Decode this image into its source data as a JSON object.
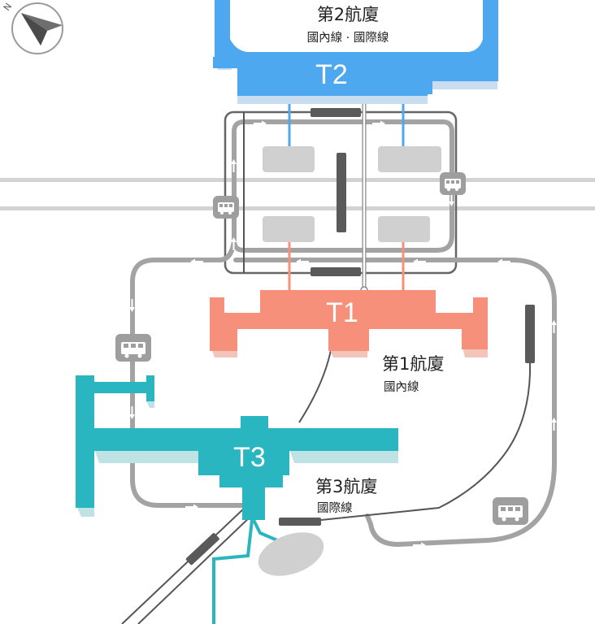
{
  "compass": {
    "letter": "N"
  },
  "terminals": {
    "t1": {
      "code": "T1",
      "name": "第1航廈",
      "service": "國內線",
      "color": "#F7907A",
      "shade": "#E86E59"
    },
    "t2": {
      "code": "T2",
      "name": "第2航廈",
      "service": "國內線 · 國際線",
      "color": "#4DA8F0",
      "shade": "#2E86D6"
    },
    "t3": {
      "code": "T3",
      "name": "第3航廈",
      "service": "國際線",
      "color": "#2AB6C0",
      "shade": "#1C8F97"
    }
  },
  "icons": {
    "bus_stops": [
      "bus-icon",
      "bus-icon",
      "bus-icon",
      "bus-icon"
    ],
    "compass": "compass-icon"
  },
  "colors": {
    "bus_route": "#9E9E9E",
    "rail": "#5A5A5A",
    "parking": "#D0D0D0",
    "road": "#D3D3D3"
  }
}
